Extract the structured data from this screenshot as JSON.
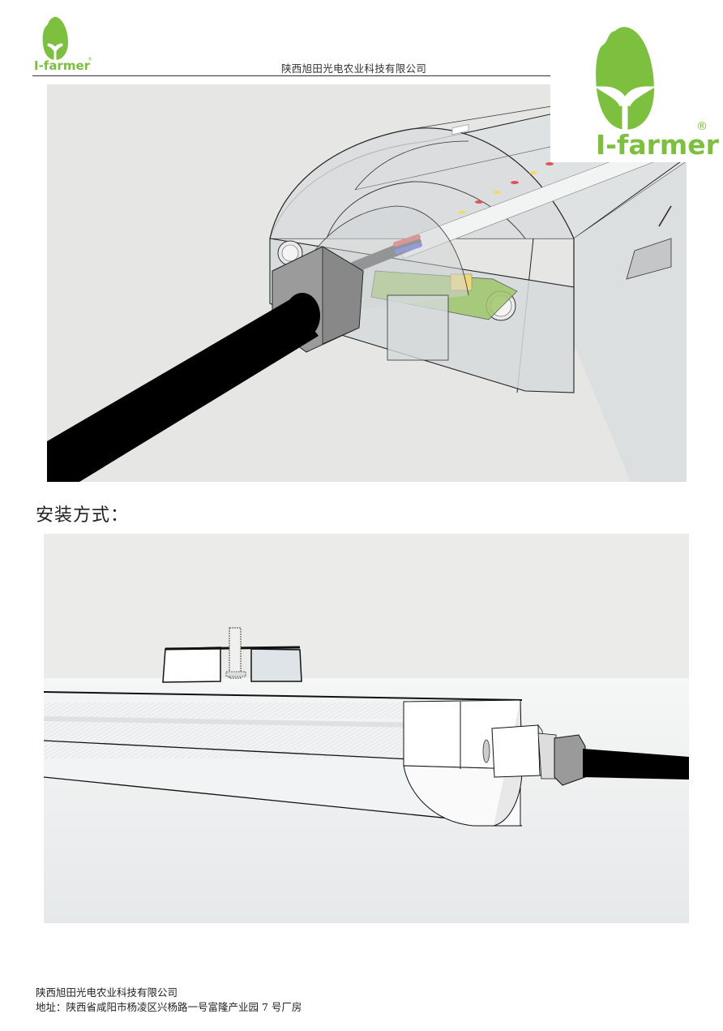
{
  "header": {
    "logo_text": "I-farmer",
    "logo_registered": "®",
    "company_name": "陕西旭田光电农业科技有限公司"
  },
  "corner_logo": {
    "logo_text": "I-farmer",
    "logo_registered": "®"
  },
  "main": {
    "section_title": "安装方式："
  },
  "footer": {
    "company_name": "陕西旭田光电农业科技有限公司",
    "address": "地址：陕西省咸阳市杨凌区兴杨路一号富隆产业园 7 号厂房"
  },
  "colors": {
    "brand_green": "#7dbf3f",
    "led_red": "#e0535a",
    "led_yellow": "#eedb6a",
    "pcb_green": "#9fc66a",
    "wire_red": "#e55a5a",
    "wire_blue": "#5a62d8"
  }
}
